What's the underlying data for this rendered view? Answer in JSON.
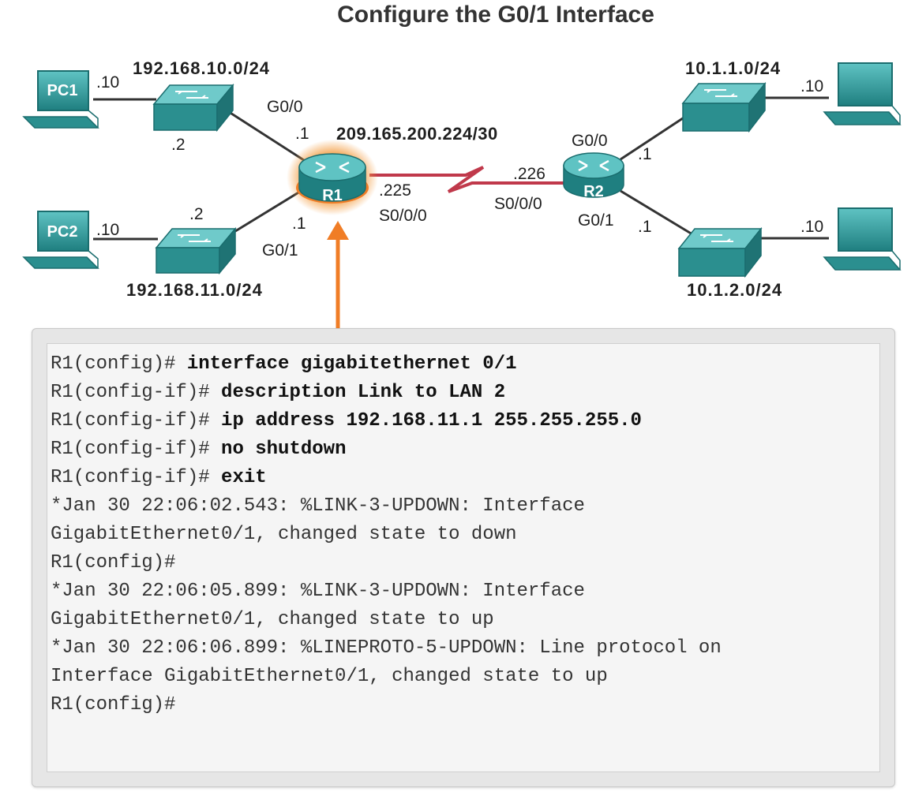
{
  "title": "Configure the G0/1 Interface",
  "devices": {
    "pc1": "PC1",
    "pc2": "PC2",
    "r1": "R1",
    "r2": "R2"
  },
  "networks": {
    "lan1": "192.168.10.0/24",
    "lan2": "192.168.11.0/24",
    "wan": "209.165.200.224/30",
    "r2_lan1": "10.1.1.0/24",
    "r2_lan2": "10.1.2.0/24"
  },
  "labels": {
    "pc1_host": ".10",
    "pc2_host": ".10",
    "sw1_addr": ".2",
    "sw2_addr": ".2",
    "r1_g00_if": "G0/0",
    "r1_g00_addr": ".1",
    "r1_g01_if": "G0/1",
    "r1_g01_addr": ".1",
    "r1_s000_addr": ".225",
    "r1_s000_if": "S0/0/0",
    "r2_s000_addr": ".226",
    "r2_s000_if": "S0/0/0",
    "r2_g00_if": "G0/0",
    "r2_g00_addr": ".1",
    "r2_g01_if": "G0/1",
    "r2_g01_addr": ".1",
    "pc3_host": ".10",
    "pc4_host": ".10"
  },
  "colors": {
    "device": "#2b8f8f",
    "link_wan": "#c0394b",
    "highlight": "#f07d26"
  },
  "terminal": {
    "lines": [
      {
        "prompt": "R1(config)# ",
        "cmd": "interface gigabitethernet 0/1"
      },
      {
        "prompt": "R1(config-if)# ",
        "cmd": "description Link to LAN 2"
      },
      {
        "prompt": "R1(config-if)# ",
        "cmd": "ip address 192.168.11.1 255.255.255.0"
      },
      {
        "prompt": "R1(config-if)# ",
        "cmd": "no shutdown"
      },
      {
        "prompt": "R1(config-if)# ",
        "cmd": "exit"
      },
      {
        "prompt": "*Jan 30 22:06:02.543: %LINK-3-UPDOWN: Interface",
        "cmd": ""
      },
      {
        "prompt": "GigabitEthernet0/1, changed state to down",
        "cmd": ""
      },
      {
        "prompt": "R1(config)#",
        "cmd": ""
      },
      {
        "prompt": "*Jan 30 22:06:05.899: %LINK-3-UPDOWN: Interface",
        "cmd": ""
      },
      {
        "prompt": "GigabitEthernet0/1, changed state to up",
        "cmd": ""
      },
      {
        "prompt": "*Jan 30 22:06:06.899: %LINEPROTO-5-UPDOWN: Line protocol on",
        "cmd": ""
      },
      {
        "prompt": "Interface GigabitEthernet0/1, changed state to up",
        "cmd": ""
      },
      {
        "prompt": "R1(config)#",
        "cmd": ""
      }
    ]
  }
}
